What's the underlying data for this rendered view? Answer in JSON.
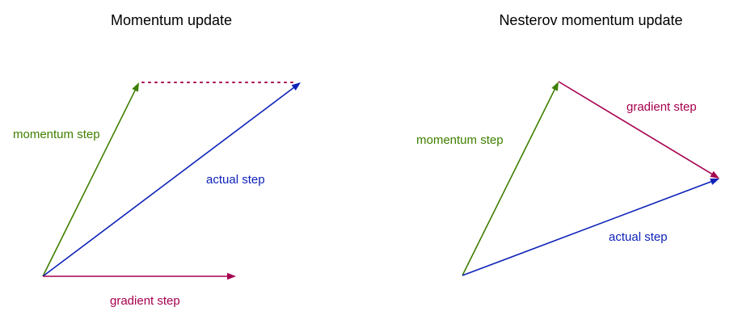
{
  "colors": {
    "momentum": "#3f7f00",
    "gradient": "#a5004f",
    "actual": "#0e22b8"
  },
  "left_diagram": {
    "title": "Momentum update",
    "labels": {
      "momentum": "momentum step",
      "actual": "actual step",
      "gradient": "gradient step"
    }
  },
  "right_diagram": {
    "title": "Nesterov momentum update",
    "labels": {
      "momentum": "momentum step",
      "gradient": "gradient step",
      "actual": "actual step"
    }
  }
}
